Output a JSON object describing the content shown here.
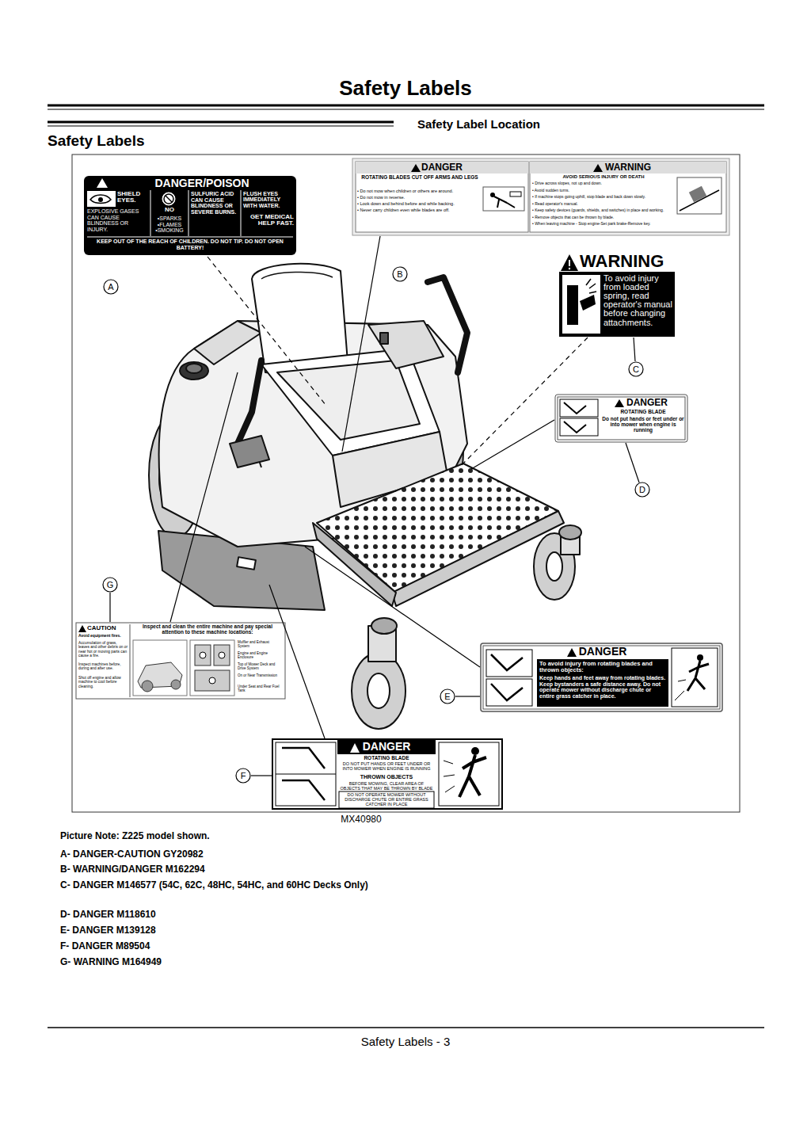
{
  "diagram": {
    "title": "Safety Labels",
    "nodes": [
      {
        "text": [
          "DANGER/POISON",
          "SHIELD EYES.",
          "EXPLOSIVE GASES CAN CAUSE BLINDNESS OR INJURY.",
          "NO",
          "•SPARKS •FLAMES •SMOKING",
          "SULFURIC ACID CAN CAUSE BLINDNESS OR SEVERE BURNS.",
          "FLUSH EYES IMMEDIATELY WITH WATER.",
          "GET MEDICAL HELP FAST.",
          "KEEP OUT OF THE REACH OF CHILDREN. DO NOT TIP. DO NOT OPEN BATTERY!"
        ]
      },
      {
        "text": [
          "DANGER",
          "ROTATING BLADES CUT OFF ARMS AND LEGS",
          "• Do not mow when children or others are around.",
          "• Do not mow in reverse.",
          "• Look down and behind before and while backing.",
          "• Never carry children even while blades are off."
        ]
      },
      {
        "text": [
          "WARNING",
          "AVOID SERIOUS INJURY OR DEATH",
          "• Drive across slopes, not up and down.",
          "• Avoid sudden turns.",
          "• If machine stops going uphill, stop blade and back down slowly.",
          "• Read operator's manual.",
          "• Keep safety devices (guards, shields, and switches) in place and working.",
          "• Remove objects that can be thrown by blade.",
          "• When leaving machine - Stop engine-Set park brake-Remove key."
        ]
      },
      {
        "text": [
          "WARNING",
          "To avoid injury from loaded spring, read operator's manual before changing attachments."
        ]
      },
      {
        "text": [
          "DANGER",
          "ROTATING BLADE",
          "Do not put hands or feet under or into mower when engine is running"
        ]
      },
      {
        "text": [
          "DANGER",
          "To avoid injury from rotating blades and thrown objects:",
          "Keep hands and feet away from rotating blades. Keep bystanders a safe distance away. Do not operate mower without discharge chute or entire grass catcher in place."
        ]
      },
      {
        "text": [
          "DANGER",
          "ROTATING BLADE",
          "DO NOT PUT HANDS OR FEET UNDER OR INTO MOWER WHEN ENGINE IS RUNNING",
          "THROWN OBJECTS",
          "BEFORE MOWING, CLEAR AREA OF OBJECTS THAT MAY BE THROWN BY BLADE",
          "DO NOT OPERATE MOWER WITHOUT DISCHARGE CHUTE OR ENTIRE GRASS CATCHER IN PLACE"
        ]
      },
      {
        "text": [
          "CAUTION",
          "Avoid equipment fires.",
          "Accumulation of grass, leaves and other debris on or near hot or moving parts can cause a fire.",
          "Inspect machines before, during and after use.",
          "Shut off engine and allow machine to cool before cleaning.",
          "Inspect and clean the entire machine and pay special attention to these machine locations:",
          "Muffler and Exhaust System",
          "Engine and Engine Enclosure",
          "Top of Mower Deck and Drive System",
          "On or Near Transmission",
          "Under Seat and Rear Fuel Tank"
        ]
      }
    ],
    "labels": [
      "Safety Label Location",
      "Safety Labels",
      "A",
      "B",
      "C",
      "D",
      "E",
      "F",
      "G",
      "MX40980",
      "Picture Note: Z225 model shown.",
      "A- DANGER-CAUTION GY20982",
      "B- WARNING/DANGER M162294",
      "C- DANGER M146577 (54C, 62C, 48HC, 54HC, and 60HC Decks Only)",
      "D- DANGER M118610",
      "E- DANGER M139128",
      "F- DANGER M89504",
      "G- WARNING M164949",
      "Safety Labels - 3"
    ]
  }
}
